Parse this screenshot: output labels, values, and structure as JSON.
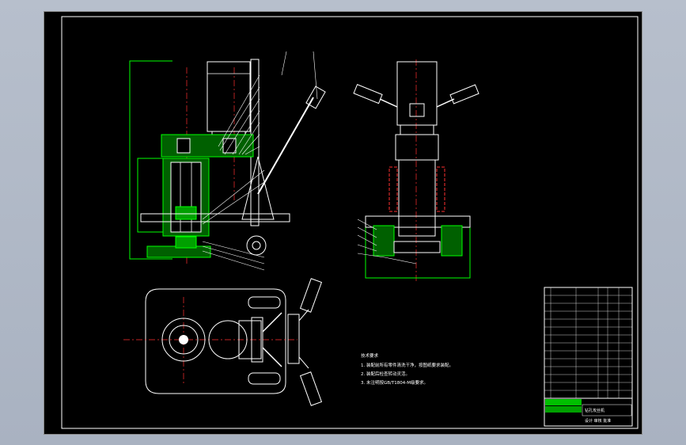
{
  "drawing": {
    "tech_requirements": {
      "title": "技术要求",
      "items": [
        "1. 装配前所有零件清洗干净，按图纸要求装配。",
        "2. 装配后检查转动灵活。",
        "3. 未注明按GB/T1804-M级要求。"
      ]
    },
    "title_block": {
      "drawing_title": "钻孔攻丝机",
      "designer_row": "设计  审核  批准"
    }
  },
  "colors": {
    "sheet": "#000000",
    "frame": "#ffffff",
    "outline": "#ffffff",
    "hatch": "#00ff00",
    "section_fill": "#00a000",
    "centerline": "#ff3030",
    "dimension": "#00ff00",
    "leader": "#ffffff",
    "title_block_fill": "#00c000",
    "background": "#b0b8c6"
  }
}
